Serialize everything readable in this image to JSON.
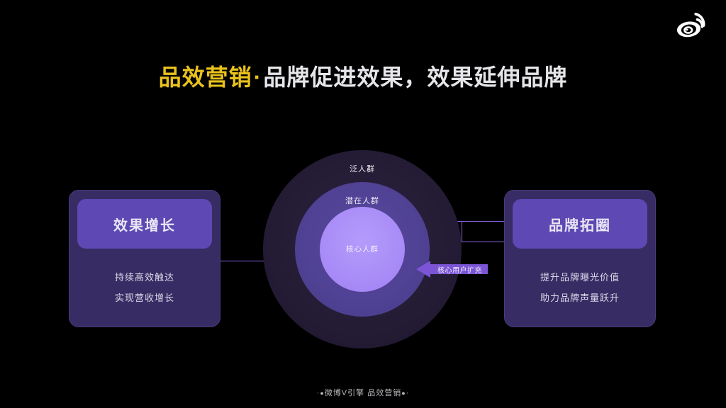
{
  "brand": {
    "logo_name": "weibo-logo",
    "logo_color": "#ffffff"
  },
  "colors": {
    "background": "#000000",
    "accent_yellow": "#e9c21c",
    "title_white": "#e6e6ea",
    "ring_outer": "#241c34",
    "ring_middle": "#4e4091",
    "ring_inner": "#a98cf7",
    "card_body": "#372c63",
    "card_pill": "#5d48b4",
    "card_border": "#4a3c7e",
    "connector": "#8b63e0",
    "arrow_fill": "#7b55d6"
  },
  "title": {
    "accent": "品效营销",
    "separator": "·",
    "rest": "品牌促进效果，效果延伸品牌"
  },
  "diagram": {
    "rings": [
      {
        "id": "outer",
        "label": "泛人群"
      },
      {
        "id": "middle",
        "label": "潜在人群"
      },
      {
        "id": "inner",
        "label": "核心人群"
      }
    ],
    "arrow": {
      "label": "核心用户扩充",
      "direction": "left"
    }
  },
  "cards": {
    "left": {
      "heading": "效果增长",
      "lines": [
        "持续高效触达",
        "实现营收增长"
      ]
    },
    "right": {
      "heading": "品牌拓圈",
      "lines": [
        "提升品牌曝光价值",
        "助力品牌声量跃升"
      ]
    }
  },
  "footer": {
    "left_dash": "·",
    "left_dot": "●",
    "text": "微博V引擎 品效营销",
    "right_dot": "●",
    "right_dash": "·"
  }
}
